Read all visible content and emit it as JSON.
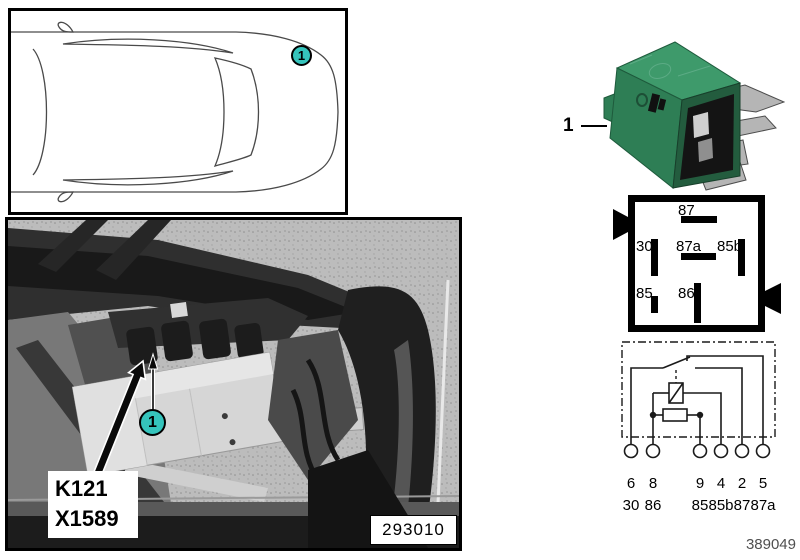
{
  "callouts": {
    "car": "1",
    "photo": "1",
    "relay": "1"
  },
  "component": {
    "code": "K121",
    "connector": "X1589"
  },
  "photo_number": "293010",
  "doc_number": "389049",
  "pin_diagram": {
    "pin_top": "87",
    "pin_left_mid": "30",
    "pin_center_mid": "87a",
    "pin_right_mid": "85b",
    "pin_left_bot": "85",
    "pin_center_bot": "86"
  },
  "schematic": {
    "terminals": [
      {
        "pin": "6",
        "name": "30"
      },
      {
        "pin": "8",
        "name": "86"
      },
      {
        "pin": "9",
        "name": "85"
      },
      {
        "pin": "4",
        "name": "85b"
      },
      {
        "pin": "2",
        "name": "87"
      },
      {
        "pin": "5",
        "name": "87a"
      }
    ]
  },
  "colors": {
    "callout_teal": "#35c4bc",
    "relay_green": "#2e7e55",
    "relay_green_top": "#3e9a6b"
  }
}
